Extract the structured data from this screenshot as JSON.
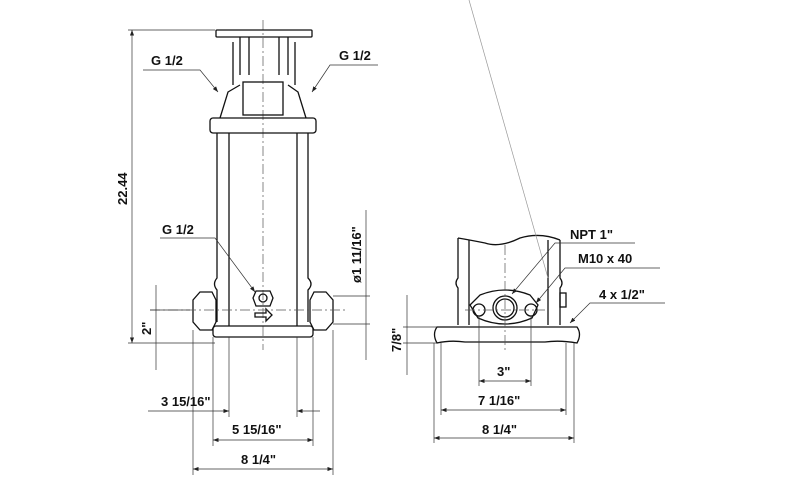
{
  "front_view": {
    "height_dim": "22.44",
    "port_top_left": "G 1/2",
    "port_top_right": "G 1/2",
    "port_drain": "G 1/2",
    "inlet_height": "2\"",
    "pipe_diameter": "ø1 11/16\"",
    "width_inner": "3 15/16\"",
    "width_base": "5 15/16\"",
    "width_overall": "8 1/4\""
  },
  "side_view": {
    "thread": "NPT 1\"",
    "bolt": "M10 x 40",
    "holes": "4 x 1/2\"",
    "base_height": "7/8\"",
    "bolt_spacing": "3\"",
    "hole_spacing": "7 1/16\"",
    "width_overall": "8 1/4\""
  }
}
